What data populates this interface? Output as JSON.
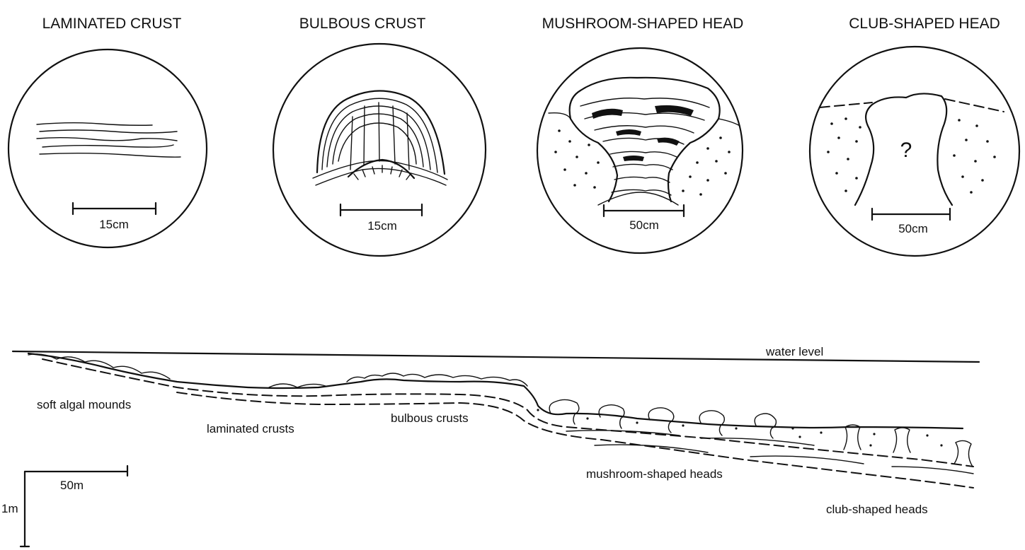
{
  "panels": [
    {
      "title": "LAMINATED CRUST",
      "scale": "15cm"
    },
    {
      "title": "BULBOUS CRUST",
      "scale": "15cm"
    },
    {
      "title": "MUSHROOM-SHAPED HEAD",
      "scale": "50cm"
    },
    {
      "title": "CLUB-SHAPED HEAD",
      "scale": "50cm",
      "mark": "?"
    }
  ],
  "profile": {
    "water_level": "water level",
    "labels": {
      "soft_algal_mounds": "soft algal mounds",
      "laminated_crusts": "laminated crusts",
      "bulbous_crusts": "bulbous crusts",
      "mushroom_shaped_heads": "mushroom-shaped heads",
      "club_shaped_heads": "club-shaped heads"
    },
    "scale_horizontal": "50m",
    "scale_vertical": "1m"
  }
}
